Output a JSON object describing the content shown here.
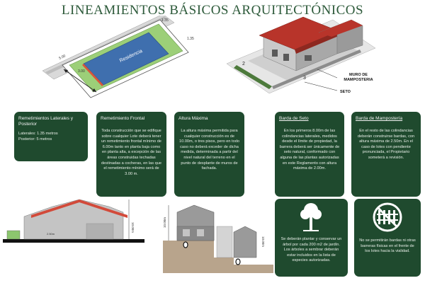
{
  "title": "LINEAMIENTOS BÁSICOS ARQUITECTÓNICOS",
  "plan": {
    "dim_top": "1.35",
    "dim_side": "1.35",
    "dim_front": "5.00",
    "dim_left": "3.00",
    "label_residencia": "Residencia"
  },
  "iso": {
    "label_muro": "MURO DE MAMPOSTERIA",
    "label_seto": "SETO",
    "label_2": "2",
    "label_3": "3"
  },
  "cards": {
    "laterales": {
      "heading": "Remetimientos Laterales y Posterior",
      "lines": [
        "Laterales: 1.35 metros",
        "Posterior: 5 metros"
      ]
    },
    "frontal": {
      "heading": "Remetimiento Frontal",
      "body": "Toda construcción que se edifique sobre cualquier Lote deberá tener un remetimiento frontal mínimo de 6.00m tanto en planta baja como en planta alta, a excepción de las áreas construidas techadas destinadas a cocheras, en las que el remetimiento mínimo será de 3.00 m."
    },
    "altura": {
      "heading": "Altura Máxima",
      "body": "La altura máxima permitida para cualquier construcción es de 10.00m, o tres pisos, pero en todo caso no deberá exceder de dicha medida, determinada a partir del nivel natural del terreno en el punto de desplante de muros de fachada."
    },
    "seto": {
      "heading": "Barda de Seto",
      "body": "En los primeros 8.00m de las colindancias laterales, medidos desde el límite de propiedad, la barrera deberá ser únicamente de seto natural, conformado con alguna de las plantas autorizadas en este Reglamento con altura máxima de 2.00m."
    },
    "mamposteria": {
      "heading": "Barda de Mampostería",
      "body": "En el resto de las colindancias deberán construirse bardas, con altura máxima de 2.50m. En el caso de lotes con pendiente pronunciada, el Propietario someterá a revisión."
    },
    "arbol": {
      "body": "Se deberán plantar y conservar un árbol por cada 200 m2 de jardín. Los árboles a sembrar deberán estar incluidos en la lista de especies autorizadas."
    },
    "no_bardas": {
      "body": "No se permitirán bardas ni otras barreras físicas en el frente de los lotes hacia la vialidad."
    }
  },
  "sections": {
    "left_height": "10.00m",
    "left_small": "2.50m",
    "mid_height": "10.00m",
    "mid_height2": "10.00m"
  },
  "colors": {
    "card": "#1f4a2e",
    "title": "#2d5a3a",
    "roof": "#b8342a",
    "lot": "#3f6fae",
    "setback": "#9ccf78"
  },
  "icons": {
    "tree": "tree-icon",
    "no_fence": "no-fence-icon"
  }
}
